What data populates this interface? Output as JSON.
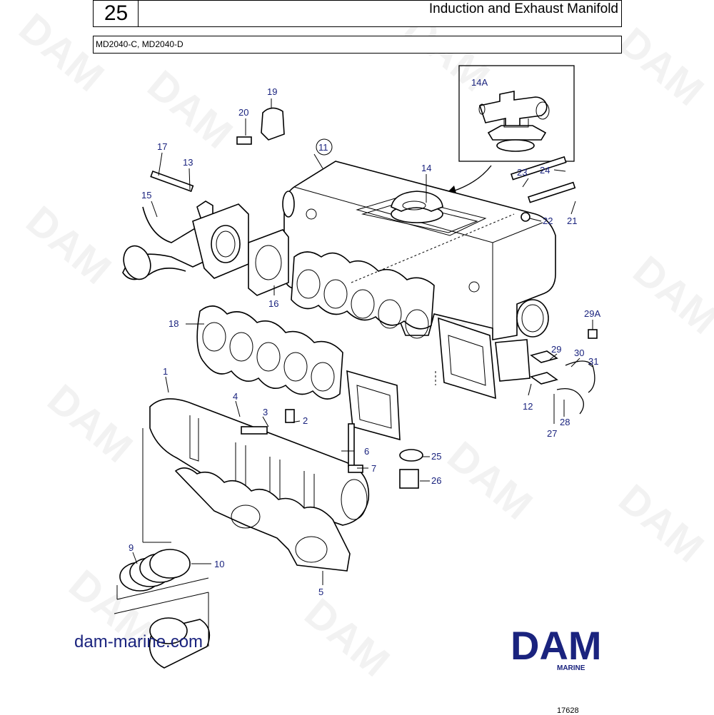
{
  "header": {
    "section_number": "25",
    "title": "Induction and Exhaust Manifold",
    "models": "MD2040-C, MD2040-D"
  },
  "watermark": "DAM",
  "inset_label": "14A",
  "callouts": {
    "c1": "1",
    "c2": "2",
    "c3": "3",
    "c4": "4",
    "c5": "5",
    "c6": "6",
    "c7": "7",
    "c9": "9",
    "c10": "10",
    "c11": "11",
    "c12": "12",
    "c13": "13",
    "c14": "14",
    "c15": "15",
    "c16": "16",
    "c17": "17",
    "c18": "18",
    "c19": "19",
    "c20": "20",
    "c21": "21",
    "c22": "22",
    "c23": "23",
    "c24": "24",
    "c25": "25",
    "c26": "26",
    "c27": "27",
    "c28": "28",
    "c29": "29",
    "c29a": "29A",
    "c30": "30",
    "c31": "31"
  },
  "footer": {
    "website": "dam-marine.com",
    "logo": "DAM",
    "logo_sub": "MARINE",
    "drawing_number": "17628"
  },
  "colors": {
    "brand": "#1a237e",
    "callout": "#1a237e"
  }
}
